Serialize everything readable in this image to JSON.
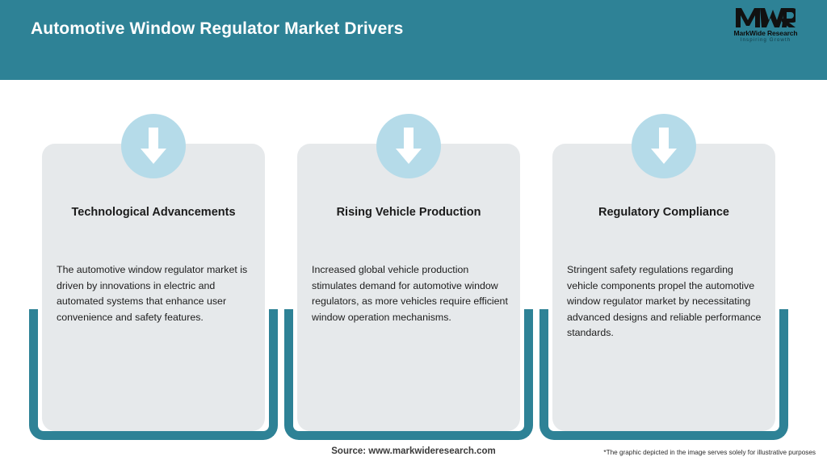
{
  "header": {
    "title": "Automotive Window Regulator Market Drivers",
    "background_color": "#2e8296",
    "title_color": "#ffffff"
  },
  "logo": {
    "mark": "MWR",
    "name": "MarkWide Research",
    "tagline": "Inspiring Growth"
  },
  "cards": [
    {
      "icon": "down-arrow-icon",
      "title": "Technological Advancements",
      "body": "The automotive window regulator market is driven by innovations in electric and automated systems that enhance user convenience and safety features."
    },
    {
      "icon": "down-arrow-icon",
      "title": "Rising Vehicle Production",
      "body": "Increased global vehicle production stimulates demand for automotive window regulators, as more vehicles require efficient window operation mechanisms."
    },
    {
      "icon": "down-arrow-icon",
      "title": "Regulatory Compliance",
      "body": "Stringent safety regulations regarding vehicle components propel the automotive window regulator market by necessitating advanced designs and reliable performance standards."
    }
  ],
  "footer": {
    "source": "Source: www.markwideresearch.com",
    "disclaimer": "*The graphic depicted in the image serves solely for illustrative purposes"
  },
  "colors": {
    "accent_teal": "#2e8296",
    "card_grey": "#e6e9eb",
    "icon_blue": "#b5dbe9"
  }
}
